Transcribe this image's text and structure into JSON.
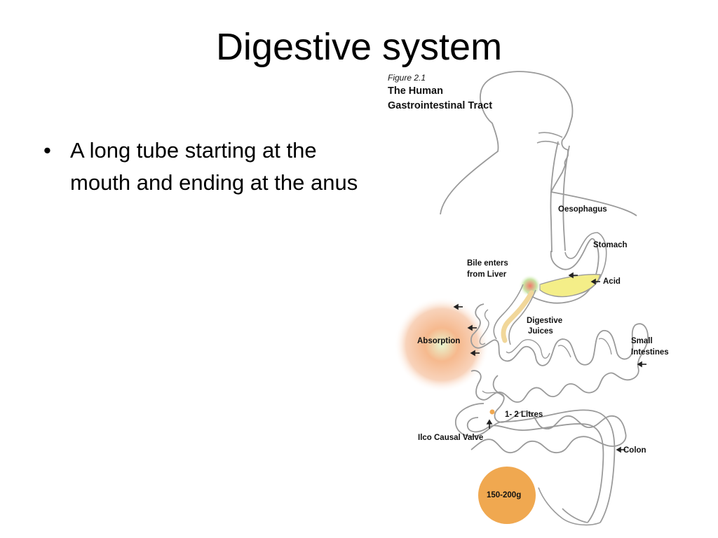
{
  "slide": {
    "title": "Digestive system",
    "bullets": [
      "A long tube starting at the mouth and ending at the anus"
    ]
  },
  "figure": {
    "caption_number": "Figure 2.1",
    "caption_title": "The Human Gastrointestinal Tract",
    "labels": {
      "oesophagus": "Oesophagus",
      "stomach": "Stomach",
      "bile_line1": "Bile enters",
      "bile_line2": "from Liver",
      "acid": "Acid",
      "digestive_line1": "Digestive",
      "digestive_line2": "Juices",
      "absorption": "Absorption",
      "small_line1": "Small",
      "small_line2": "Intestines",
      "litres": "1- 2 Litres",
      "valve": "Ilco Causal Valve",
      "colon": "Colon",
      "faeces": "150-200g"
    },
    "colors": {
      "outline": "#9a9a9a",
      "acid_fill": "#f4ee88",
      "bile_fill": "#f1d79a",
      "absorption_glow": "#f08a55",
      "faeces_fill": "#f0a850"
    }
  }
}
